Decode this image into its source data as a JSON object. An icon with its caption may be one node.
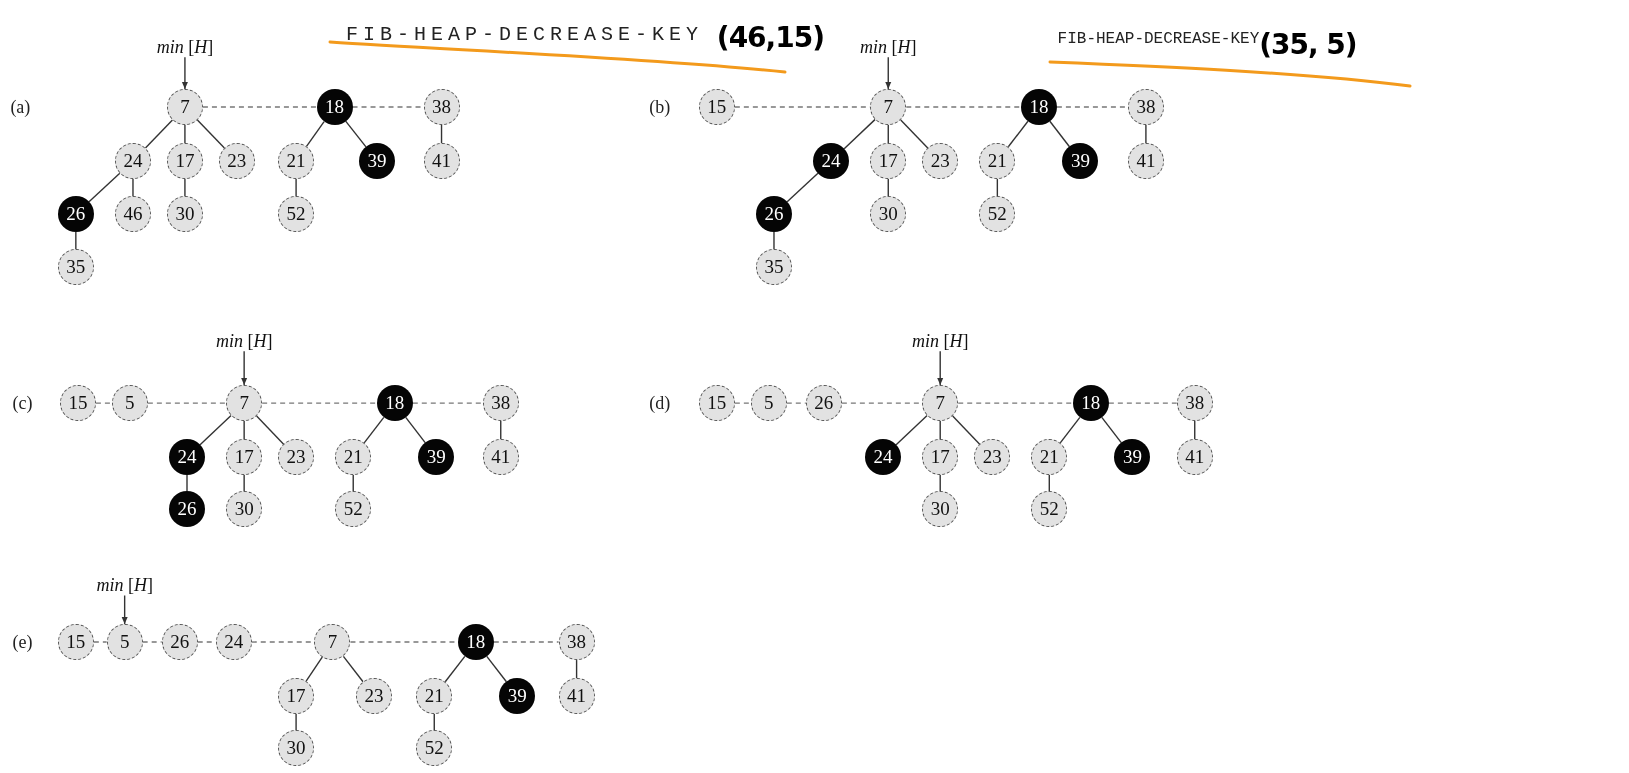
{
  "diagram": {
    "nodes": [
      {
        "text": [
          "*min* [*H*]"
        ]
      },
      {
        "text": [
          "7"
        ]
      },
      {
        "text": [
          "18"
        ]
      },
      {
        "text": [
          "38"
        ]
      },
      {
        "text": [
          "24"
        ]
      },
      {
        "text": [
          "17"
        ]
      },
      {
        "text": [
          "23"
        ]
      },
      {
        "text": [
          "21"
        ]
      },
      {
        "text": [
          "39"
        ]
      },
      {
        "text": [
          "41"
        ]
      },
      {
        "text": [
          "26"
        ]
      },
      {
        "text": [
          "46"
        ]
      },
      {
        "text": [
          "30"
        ]
      },
      {
        "text": [
          "52"
        ]
      },
      {
        "text": [
          "35"
        ]
      },
      {
        "text": [
          "*min* [*H*]"
        ]
      },
      {
        "text": [
          "15"
        ]
      },
      {
        "text": [
          "7"
        ]
      },
      {
        "text": [
          "18"
        ]
      },
      {
        "text": [
          "38"
        ]
      },
      {
        "text": [
          "24"
        ]
      },
      {
        "text": [
          "17"
        ]
      },
      {
        "text": [
          "23"
        ]
      },
      {
        "text": [
          "21"
        ]
      },
      {
        "text": [
          "39"
        ]
      },
      {
        "text": [
          "41"
        ]
      },
      {
        "text": [
          "26"
        ]
      },
      {
        "text": [
          "30"
        ]
      },
      {
        "text": [
          "52"
        ]
      },
      {
        "text": [
          "35"
        ]
      },
      {
        "text": [
          "*min* [*H*]"
        ]
      },
      {
        "text": [
          "15"
        ]
      },
      {
        "text": [
          "5"
        ]
      },
      {
        "text": [
          "7"
        ]
      },
      {
        "text": [
          "18"
        ]
      },
      {
        "text": [
          "38"
        ]
      },
      {
        "text": [
          "24"
        ]
      },
      {
        "text": [
          "17"
        ]
      },
      {
        "text": [
          "23"
        ]
      },
      {
        "text": [
          "21"
        ]
      },
      {
        "text": [
          "39"
        ]
      },
      {
        "text": [
          "41"
        ]
      },
      {
        "text": [
          "26"
        ]
      },
      {
        "text": [
          "30"
        ]
      },
      {
        "text": [
          "52"
        ]
      },
      {
        "text": [
          "*min* [*H*]"
        ]
      },
      {
        "text": [
          "15"
        ]
      },
      {
        "text": [
          "5"
        ]
      },
      {
        "text": [
          "26"
        ]
      },
      {
        "text": [
          "7"
        ]
      },
      {
        "text": [
          "18"
        ]
      },
      {
        "text": [
          "38"
        ]
      },
      {
        "text": [
          "24"
        ]
      },
      {
        "text": [
          "17"
        ]
      },
      {
        "text": [
          "23"
        ]
      },
      {
        "text": [
          "21"
        ]
      },
      {
        "text": [
          "39"
        ]
      },
      {
        "text": [
          "41"
        ]
      },
      {
        "text": [
          "30"
        ]
      },
      {
        "text": [
          "52"
        ]
      },
      {
        "text": [
          "*min* [*H*]"
        ]
      },
      {
        "text": [
          "15"
        ]
      },
      {
        "text": [
          "5"
        ]
      },
      {
        "text": [
          "26"
        ]
      },
      {
        "text": [
          "24"
        ]
      },
      {
        "text": [
          "7"
        ]
      },
      {
        "text": [
          "18"
        ]
      },
      {
        "text": [
          "38"
        ]
      },
      {
        "text": [
          "17"
        ]
      },
      {
        "text": [
          "23"
        ]
      },
      {
        "text": [
          "21"
        ]
      },
      {
        "text": [
          "39"
        ]
      },
      {
        "text": [
          "41"
        ]
      },
      {
        "text": [
          "30"
        ]
      },
      {
        "text": [
          "52"
        ]
      }
    ],
    "edges": [
      {
        "from": 0,
        "to": 1,
        "arrow": "to"
      },
      {
        "from": 1,
        "to": 2,
        "arrow": "none",
        "style": "dashed"
      },
      {
        "from": 2,
        "to": 3,
        "arrow": "none",
        "style": "dashed"
      },
      {
        "from": 1,
        "to": 4,
        "arrow": "none"
      },
      {
        "from": 1,
        "to": 5,
        "arrow": "none"
      },
      {
        "from": 1,
        "to": 6,
        "arrow": "none"
      },
      {
        "from": 2,
        "to": 7,
        "arrow": "none"
      },
      {
        "from": 2,
        "to": 8,
        "arrow": "none"
      },
      {
        "from": 3,
        "to": 9,
        "arrow": "none"
      },
      {
        "from": 4,
        "to": 10,
        "arrow": "none"
      },
      {
        "from": 4,
        "to": 11,
        "arrow": "none"
      },
      {
        "from": 5,
        "to": 12,
        "arrow": "none"
      },
      {
        "from": 7,
        "to": 13,
        "arrow": "none"
      },
      {
        "from": 10,
        "to": 14,
        "arrow": "none"
      },
      {
        "from": 15,
        "to": 17,
        "arrow": "to"
      },
      {
        "from": 16,
        "to": 17,
        "arrow": "none",
        "style": "dashed"
      },
      {
        "from": 17,
        "to": 18,
        "arrow": "none",
        "style": "dashed"
      },
      {
        "from": 18,
        "to": 19,
        "arrow": "none",
        "style": "dashed"
      },
      {
        "from": 17,
        "to": 20,
        "arrow": "none"
      },
      {
        "from": 17,
        "to": 21,
        "arrow": "none"
      },
      {
        "from": 17,
        "to": 22,
        "arrow": "none"
      },
      {
        "from": 18,
        "to": 23,
        "arrow": "none"
      },
      {
        "from": 18,
        "to": 24,
        "arrow": "none"
      },
      {
        "from": 19,
        "to": 25,
        "arrow": "none"
      },
      {
        "from": 20,
        "to": 26,
        "arrow": "none"
      },
      {
        "from": 21,
        "to": 27,
        "arrow": "none"
      },
      {
        "from": 23,
        "to": 28,
        "arrow": "none"
      },
      {
        "from": 26,
        "to": 29,
        "arrow": "none"
      },
      {
        "from": 30,
        "to": 33,
        "arrow": "to"
      },
      {
        "from": 31,
        "to": 32,
        "arrow": "none",
        "style": "dashed"
      },
      {
        "from": 32,
        "to": 33,
        "arrow": "none",
        "style": "dashed"
      },
      {
        "from": 33,
        "to": 34,
        "arrow": "none",
        "style": "dashed"
      },
      {
        "from": 34,
        "to": 35,
        "arrow": "none",
        "style": "dashed"
      },
      {
        "from": 33,
        "to": 36,
        "arrow": "none"
      },
      {
        "from": 33,
        "to": 37,
        "arrow": "none"
      },
      {
        "from": 33,
        "to": 38,
        "arrow": "none"
      },
      {
        "from": 34,
        "to": 39,
        "arrow": "none"
      },
      {
        "from": 34,
        "to": 40,
        "arrow": "none"
      },
      {
        "from": 35,
        "to": 41,
        "arrow": "none"
      },
      {
        "from": 36,
        "to": 42,
        "arrow": "none"
      },
      {
        "from": 37,
        "to": 43,
        "arrow": "none"
      },
      {
        "from": 39,
        "to": 44,
        "arrow": "none"
      },
      {
        "from": 45,
        "to": 49,
        "arrow": "to"
      },
      {
        "from": 46,
        "to": 47,
        "arrow": "none",
        "style": "dashed"
      },
      {
        "from": 47,
        "to": 48,
        "arrow": "none",
        "style": "dashed"
      },
      {
        "from": 48,
        "to": 49,
        "arrow": "none",
        "style": "dashed"
      },
      {
        "from": 49,
        "to": 50,
        "arrow": "none",
        "style": "dashed"
      },
      {
        "from": 50,
        "to": 51,
        "arrow": "none",
        "style": "dashed"
      },
      {
        "from": 49,
        "to": 52,
        "arrow": "none"
      },
      {
        "from": 49,
        "to": 53,
        "arrow": "none"
      },
      {
        "from": 49,
        "to": 54,
        "arrow": "none"
      },
      {
        "from": 50,
        "to": 55,
        "arrow": "none"
      },
      {
        "from": 50,
        "to": 56,
        "arrow": "none"
      },
      {
        "from": 51,
        "to": 57,
        "arrow": "none"
      },
      {
        "from": 53,
        "to": 58,
        "arrow": "none"
      },
      {
        "from": 55,
        "to": 59,
        "arrow": "none"
      },
      {
        "from": 60,
        "to": 62,
        "arrow": "to"
      },
      {
        "from": 61,
        "to": 62,
        "arrow": "none",
        "style": "dashed"
      },
      {
        "from": 62,
        "to": 63,
        "arrow": "none",
        "style": "dashed"
      },
      {
        "from": 63,
        "to": 64,
        "arrow": "none",
        "style": "dashed"
      },
      {
        "from": 64,
        "to": 65,
        "arrow": "none",
        "style": "dashed"
      },
      {
        "from": 65,
        "to": 66,
        "arrow": "none",
        "style": "dashed"
      },
      {
        "from": 66,
        "to": 67,
        "arrow": "none",
        "style": "dashed"
      },
      {
        "from": 65,
        "to": 68,
        "arrow": "none"
      },
      {
        "from": 65,
        "to": 69,
        "arrow": "none"
      },
      {
        "from": 66,
        "to": 70,
        "arrow": "none"
      },
      {
        "from": 66,
        "to": 71,
        "arrow": "none"
      },
      {
        "from": 67,
        "to": 72,
        "arrow": "none"
      },
      {
        "from": 68,
        "to": 73,
        "arrow": "none"
      },
      {
        "from": 70,
        "to": 74,
        "arrow": "none"
      }
    ],
    "labels": [
      "FIB-HEAP-DECREASE-KEY",
      "(46,15)",
      "FIB-HEAP-DECREASE-KEY",
      "(35, 5)",
      "(a)",
      "(b)",
      "(c)",
      "(d)",
      "(e)"
    ]
  }
}
